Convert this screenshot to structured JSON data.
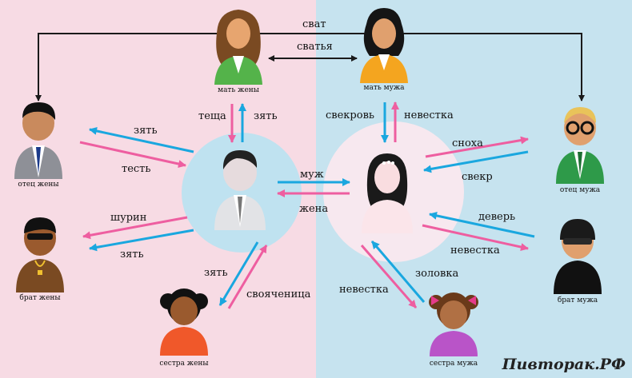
{
  "colors": {
    "left_bg": "#f7dbe4",
    "right_bg": "#c6e3ef",
    "circle": "#bfe2f0",
    "pink_arrow": "#ee5ea0",
    "blue_arrow": "#1aa7df",
    "black_arrow": "#1a1a1a"
  },
  "persons": {
    "wife_mother": {
      "caption": "мать жены",
      "icon": "woman-green-avatar"
    },
    "husband_mother": {
      "caption": "мать мужа",
      "icon": "woman-orange-avatar"
    },
    "wife_father": {
      "caption": "отец жены",
      "icon": "man-grey-suit-avatar"
    },
    "husband_father": {
      "caption": "отец мужа",
      "icon": "man-green-glasses-avatar"
    },
    "wife_brother": {
      "caption": "брат жены",
      "icon": "man-sunglasses-avatar"
    },
    "husband_brother": {
      "caption": "брат мужа",
      "icon": "man-black-cap-avatar"
    },
    "wife_sister": {
      "caption": "сестра жены",
      "icon": "girl-orange-avatar"
    },
    "husband_sister": {
      "caption": "сестра мужа",
      "icon": "girl-purple-avatar"
    },
    "husband": {
      "caption": "",
      "icon": "man-white-suit-avatar"
    },
    "wife": {
      "caption": "",
      "icon": "bride-avatar"
    }
  },
  "labels": {
    "svat": "сват",
    "svatya": "сватья",
    "teshcha": "теща",
    "zyat_top": "зять",
    "svekrov": "свекровь",
    "nevestka_top": "невестка",
    "zyat_left": "зять",
    "test": "тесть",
    "shurin": "шурин",
    "zyat_brother": "зять",
    "muzh": "муж",
    "zhena": "жена",
    "zyat_sister": "зять",
    "svoyachinitsa": "свояченица",
    "snokha": "сноха",
    "svekr": "свекр",
    "dever": "деверь",
    "nevestka_right": "невестка",
    "zolovka": "золовка",
    "nevestka_bottom": "невестка"
  },
  "watermark": "Пивторак.РФ"
}
